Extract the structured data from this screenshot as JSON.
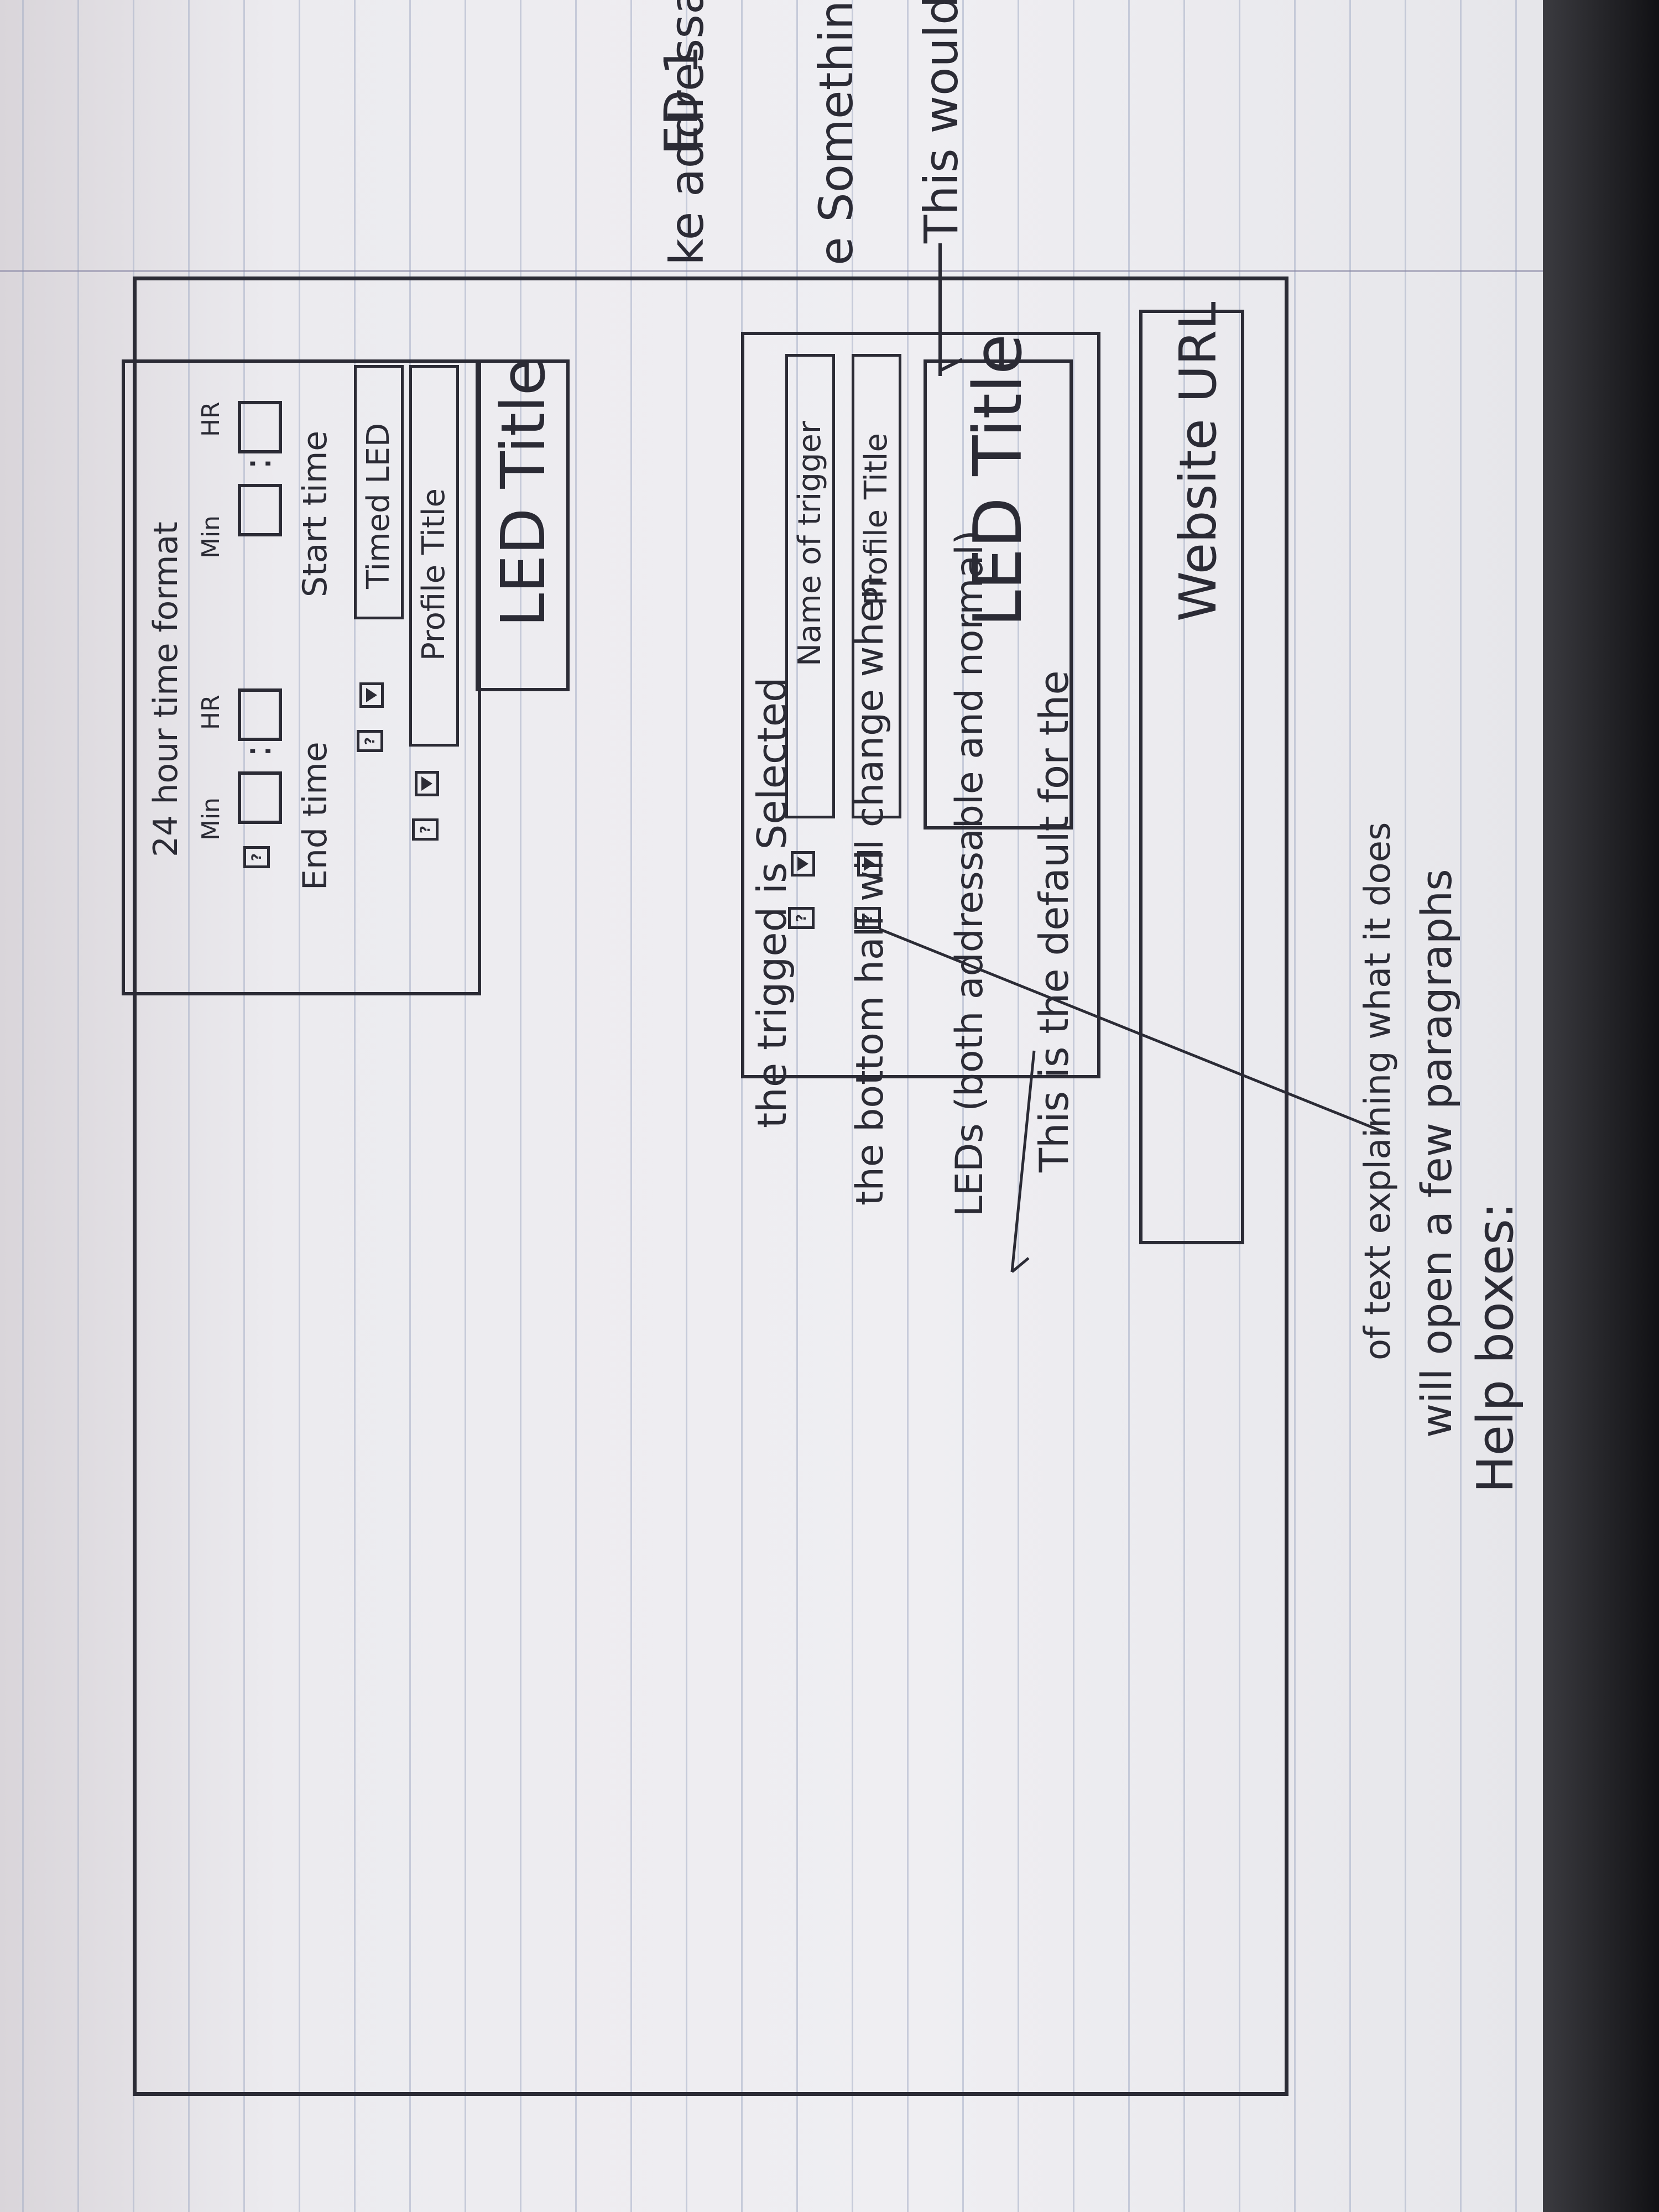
{
  "left_notes": {
    "line1": "This would",
    "line2": "e Something",
    "line3": "ke addressable",
    "line4": "ED 1"
  },
  "browser": {
    "url_label": "Website URL"
  },
  "panel_default": {
    "title": "LED Title",
    "profile_select": "Profile Title",
    "trigger_select": "Name of trigger",
    "help_symbol": "?"
  },
  "panel_timed": {
    "title": "LED Title",
    "profile_select": "Profile Title",
    "type_select": "Timed LED",
    "start_label": "Start time",
    "end_label": "End time",
    "start_hr_label": "HR",
    "start_min_label": "Min",
    "end_hr_label": "HR",
    "end_min_label": "Min",
    "format_note": "24 hour time format",
    "colon": ":",
    "help_symbol": "?"
  },
  "annotations": {
    "help_title": "Help boxes:",
    "help_line2": "will open a few paragraphs",
    "help_line3": "of text explaining what it does",
    "default_line1": "This is the default for the",
    "default_line2": "LEDs (both addressable and normal)",
    "default_line3": "the bottom half will change when",
    "default_line4": "the trigged is Selected"
  }
}
